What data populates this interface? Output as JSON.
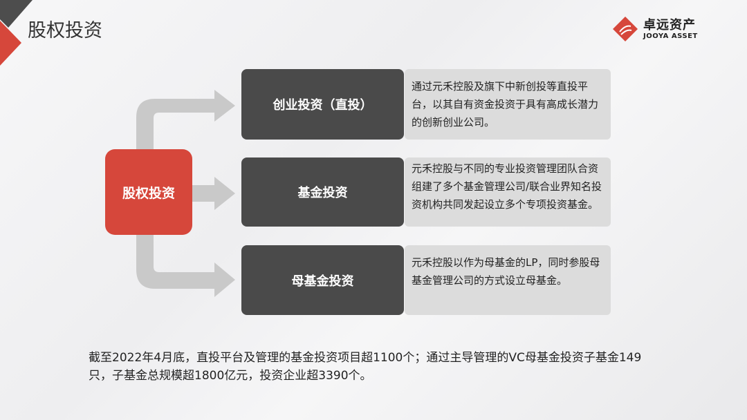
{
  "header": {
    "title": "股权投资",
    "logo": {
      "cn": "卓远资产",
      "en": "JOOYA ASSET"
    }
  },
  "diagram": {
    "center": "股权投资",
    "branches": [
      {
        "label": "创业投资（直投）",
        "desc": "通过元禾控股及旗下中新创投等直投平台，以其自有资金投资于具有高成长潜力的创新创业公司。"
      },
      {
        "label": "基金投资",
        "desc": "元禾控股与不同的专业投资管理团队合资组建了多个基金管理公司/联合业界知名投资机构共同发起设立多个专项投资基金。"
      },
      {
        "label": "母基金投资",
        "desc": "元禾控股以作为母基金的LP，同时参股母基金管理公司的方式设立母基金。"
      }
    ]
  },
  "note": "截至2022年4月底，直投平台及管理的基金投资项目超1100个；通过主导管理的VC母基金投资子基金149只，子基金总规模超1800亿元，投资企业超3390个。",
  "colors": {
    "accent": "#d6473b",
    "dark": "#4a4a4a",
    "light": "#dcdcdc",
    "arrow": "#c9c9c9"
  }
}
